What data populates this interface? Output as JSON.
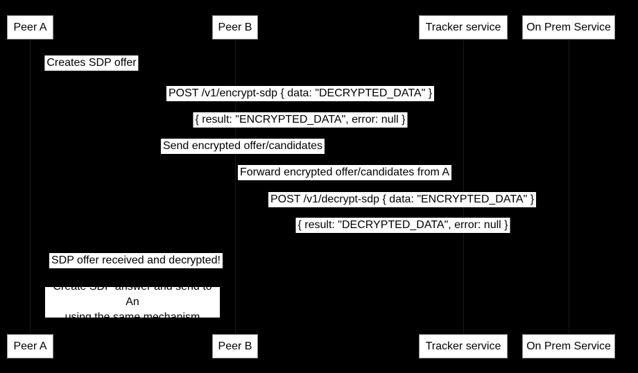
{
  "colors": {
    "background": "#000000",
    "box_fill": "#ffffff",
    "box_border": "#8f8f8f",
    "text": "#000000",
    "lifeline": "#1a1a1a"
  },
  "actors": [
    {
      "label": "Peer A"
    },
    {
      "label": "Peer B"
    },
    {
      "label": "Tracker service"
    },
    {
      "label": "On Prem Service"
    }
  ],
  "messages": [
    {
      "text": "Creates SDP offer"
    },
    {
      "text": "POST /v1/encrypt-sdp { data: \"DECRYPTED_DATA\" }"
    },
    {
      "text": "{ result: \"ENCRYPTED_DATA\", error: null }"
    },
    {
      "text": "Send encrypted offer/candidates"
    },
    {
      "text": "Forward encrypted offer/candidates from A"
    },
    {
      "text": "POST /v1/decrypt-sdp { data: \"ENCRYPTED_DATA\" }"
    },
    {
      "text": "{ result: \"DECRYPTED_DATA\", error: null }"
    },
    {
      "text": "SDP offer received and decrypted!"
    }
  ],
  "note": {
    "line1": "Create SDP answer and send to An",
    "line2": "using the same mechanism"
  }
}
